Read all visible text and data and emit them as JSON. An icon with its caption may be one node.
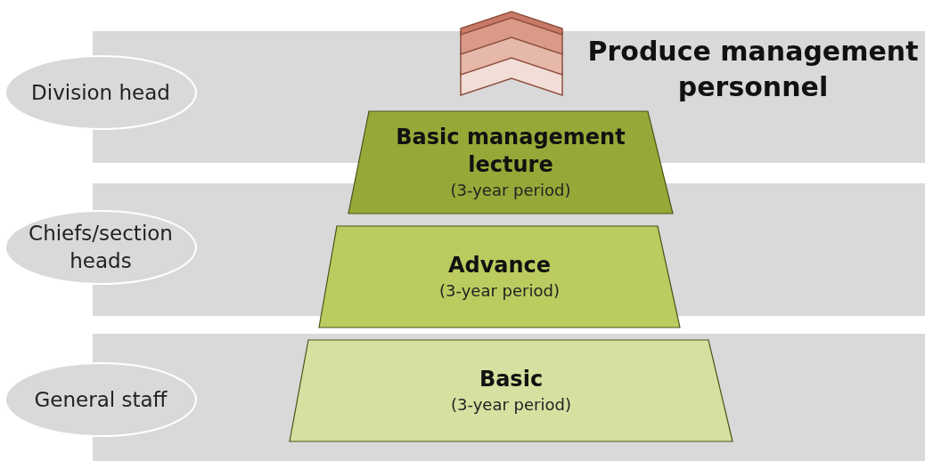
{
  "diagram": {
    "nodes": [
      {
        "text": [
          "Division head"
        ]
      },
      {
        "text": [
          "Basic management lecture",
          "(3-year period)"
        ]
      },
      {
        "text": [
          "Chiefs/section heads"
        ]
      },
      {
        "text": [
          "Advance",
          "(3-year period)"
        ]
      },
      {
        "text": [
          "General staff"
        ]
      },
      {
        "text": [
          "Basic",
          "(3-year period)"
        ]
      }
    ],
    "labels": [
      "Produce management personnel"
    ]
  }
}
